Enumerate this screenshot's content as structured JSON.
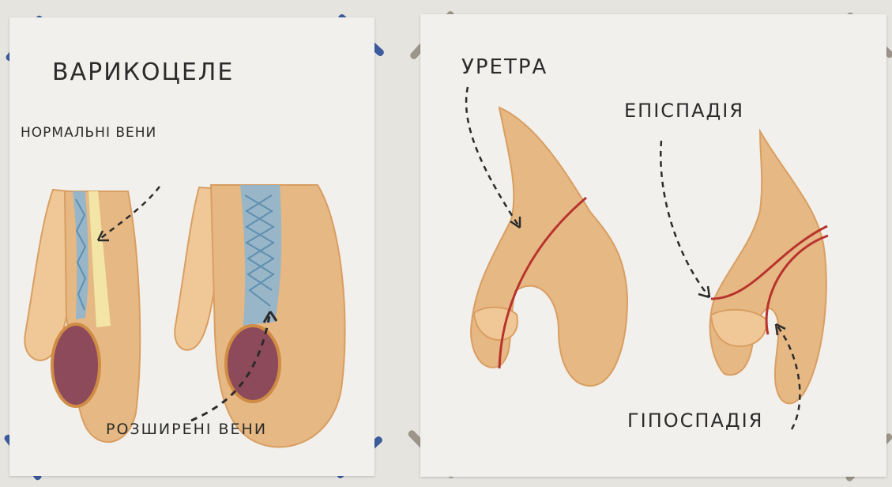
{
  "left_card": {
    "title": "ВАРИКОЦЕЛЕ",
    "normal_veins_label": "НОРМАЛЬНІ ВЕНИ",
    "dilated_veins_label": "РОЗШИРЕНІ ВЕНИ"
  },
  "right_card": {
    "urethra_label": "УРЕТРА",
    "epispadias_label": "ЕПІСПАДІЯ",
    "hypospadias_label": "ГІПОСПАДІЯ"
  },
  "colors": {
    "skin": "#e6b883",
    "skin_light": "#f0c898",
    "vein": "#8fb6cf",
    "testis": "#8c4a5a",
    "urethra_line": "#b8332e",
    "tape_left": "#3a5c9e",
    "tape_right": "#9b958a",
    "ink": "#2b2b2b"
  }
}
